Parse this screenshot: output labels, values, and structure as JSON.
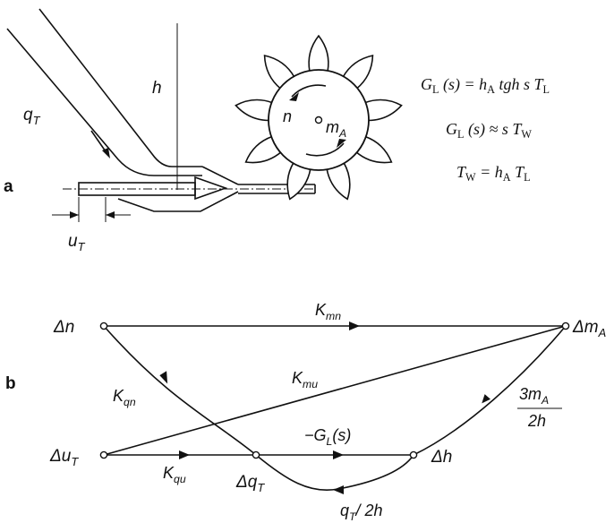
{
  "panel_a": {
    "label": "a",
    "h": "h",
    "q": "q",
    "q_sub": "T",
    "u": "u",
    "u_sub": "T",
    "n": "n",
    "m": "m",
    "m_sub": "A"
  },
  "equations": {
    "eq1": {
      "lhs": "G",
      "lhs_sub": "L",
      "lhs_tail": " (s) = h",
      "h_sub": "A",
      "mid": " tgh s T",
      "t_sub": "L"
    },
    "eq2": {
      "lhs": "G",
      "lhs_sub": "L",
      "lhs_tail": " (s) ≈ s T",
      "t_sub": "W"
    },
    "eq3": {
      "lhs": "T",
      "lhs_sub": "W",
      "mid": " = h",
      "h_sub": "A",
      "tail": " T",
      "t_sub": "L"
    }
  },
  "panel_b": {
    "label": "b",
    "nodes": {
      "dn": "Δn",
      "dm": "Δm",
      "dm_sub": "A",
      "du": "Δu",
      "du_sub": "T",
      "dq": "Δq",
      "dq_sub": "T",
      "dh": "Δh"
    },
    "gains": {
      "kmn": "K",
      "kmn_sub": "mn",
      "kqn": "K",
      "kqn_sub": "qn",
      "kmu": "K",
      "kmu_sub": "mu",
      "kqu": "K",
      "kqu_sub": "qu",
      "gl": "−G",
      "gl_sub": "L",
      "gl_tail": "(s)",
      "three_m": "3m",
      "three_m_sub": "A",
      "two_h": "2h",
      "qfb": "q",
      "qfb_sub": "T",
      "qfb_tail": "/ 2h"
    }
  }
}
